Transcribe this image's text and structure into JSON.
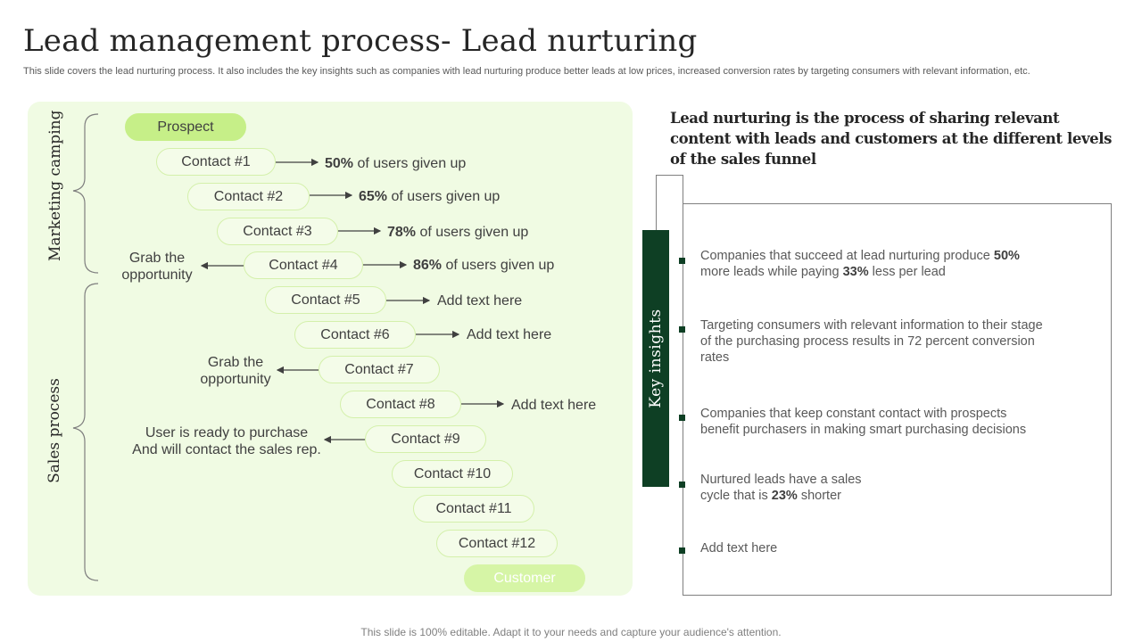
{
  "title": "Lead management process- Lead nurturing",
  "subtitle": "This slide covers the lead nurturing process. It also includes the key insights such as companies with lead nurturing produce better leads at low prices, increased conversion rates by targeting consumers with relevant information, etc.",
  "left": {
    "marketing_label": "Marketing camping",
    "sales_label": "Sales process",
    "prospect": "Prospect",
    "customer": "Customer",
    "contacts": [
      "Contact #1",
      "Contact #2",
      "Contact #3",
      "Contact #4",
      "Contact #5",
      "Contact #6",
      "Contact #7",
      "Contact #8",
      "Contact #9",
      "Contact #10",
      "Contact #11",
      "Contact #12"
    ],
    "outcomes": [
      {
        "pct": "50%",
        "rest": " of users given up"
      },
      {
        "pct": "65%",
        "rest": " of users given up"
      },
      {
        "pct": "78%",
        "rest": " of users given up"
      },
      {
        "pct": "86%",
        "rest": " of users given up"
      }
    ],
    "add_text": "Add text here",
    "grab_line1": "Grab the",
    "grab_line2": "opportunity",
    "ready_line1": "User is ready to purchase",
    "ready_line2": "And will contact the sales rep."
  },
  "right": {
    "heading": "Lead nurturing is the process of sharing relevant content with leads and customers at the different levels of the sales funnel",
    "key_label": "Key insights",
    "insights": [
      {
        "a": "Companies that succeed at lead nurturing produce ",
        "b1": "50%",
        "c": " more leads while paying ",
        "b2": "33%",
        "d": " less per lead"
      },
      {
        "a": "Targeting consumers with relevant information to their stage of the purchasing process results in 72 percent conversion rates"
      },
      {
        "a": "Companies that keep constant contact with prospects benefit purchasers in making smart purchasing decisions"
      },
      {
        "a": "Nurtured leads have a sales cycle that is ",
        "b1": "23%",
        "c": " shorter"
      },
      {
        "a": "Add text here"
      }
    ]
  },
  "footer": "This slide is 100% editable. Adapt it to your needs and capture your audience's attention.",
  "colors": {
    "accent_dark": "#0e3f24",
    "pill_fill": "#c6ef88",
    "panel_bg": "#f0fbe3"
  }
}
